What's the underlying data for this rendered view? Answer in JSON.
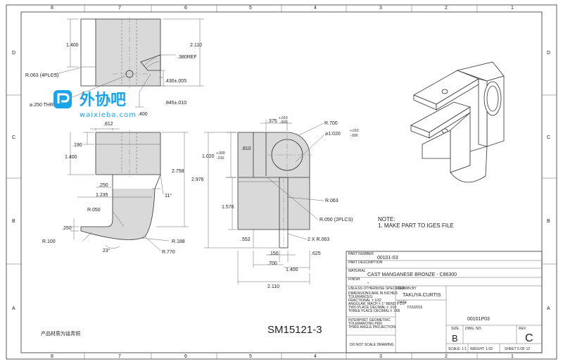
{
  "sheet": {
    "columns": [
      "8",
      "7",
      "6",
      "5",
      "4",
      "3",
      "2",
      "1"
    ],
    "rows": [
      "D",
      "C",
      "B",
      "A"
    ]
  },
  "watermark": {
    "text_cn": "外协吧",
    "text_url": "waixieba.com",
    "brand_color": "#1aa3e8"
  },
  "top_view": {
    "dims": {
      "d1": "1.400",
      "d2": "2.110",
      "d3": ".380REF",
      "d4": "R.063 (4PLCS)",
      "d5": ".430±.005",
      "d6": ".845±.010",
      "d7": "⌀.250 THRU ALL",
      "d8": ".400"
    }
  },
  "front_view": {
    "dims": {
      "d1": ".812",
      "d2": ".190",
      "d3": "1.400",
      "d4": "2.758",
      ".250": ".250",
      "d6": "1.235",
      "d7": "11°",
      "d8": "R.050",
      "d9": ".250",
      "d10": "R.100",
      "d11": "23°",
      "d12": "R.188",
      "d13": "R.770"
    }
  },
  "side_view": {
    "dims": {
      "d1": ".375",
      "d1_tol_up": "+.010",
      "d1_tol_dn": ".000",
      "d2": "R.700",
      "d3": "⌀1.020",
      "d3_tol_up": "+.010",
      "d3_tol_dn": "-.000",
      "d4": "1.020",
      "d4_tol_up": "+.000",
      "d4_tol_dn": "-.010",
      "d5": ".810",
      "d6": "2.976",
      "d7": "R.063",
      "d8": "1.576",
      "d9": "R.050 (2PLCS)",
      "d10": ".552",
      "d11": "2 X R.063",
      "d12": ".150",
      "d13": ".625",
      "d14": ".700",
      "d15": "1.400",
      "d16": "2.110"
    }
  },
  "notes": {
    "title": "NOTE:",
    "item1": "1.    MAKE PART TO IGES FILE"
  },
  "title_block": {
    "part_number_label": "PART NUMBER",
    "part_number": "00101-03",
    "description_label": "PART DESCRIPTION",
    "material_label": "MATERIAL",
    "material": "CAST MANGANESE BRONZE - C86300",
    "finish_label": "FINISH",
    "finish": "-",
    "unless_label": "UNLESS OTHERWISE SPECIFIED:",
    "tol_1": "DIMENSIONS ARE IN INCHES",
    "tol_2": "TOLERANCES:",
    "tol_3": "FRACTIONAL ± 1/32",
    "tol_4": "ANGULAR: MACH ± 1°  BEND ± 1.5°",
    "tol_5": "TWO PLACE DECIMAL   ± .010",
    "tol_6": "THREE PLACE DECIMAL  ± .005",
    "geo_1": "INTERPRET GEOMETRIC",
    "geo_2": "TOLERANCING PER:",
    "geo_3": "THIRD ANGLE PROJECTION",
    "no_scale": "DO NOT SCALE DRAWING",
    "drawn_by_label": "DRAWN BY",
    "drawn_by": "TAKUYA CURTIS",
    "date_label": "DATE",
    "date": "7/15/2015",
    "drawing_no": "00101P03",
    "size_label": "SIZE",
    "size": "B",
    "dwg_no_label": "DWG.  NO.",
    "rev_label": "REV",
    "rev": "C",
    "scale": "SCALE: 1:1",
    "weight": "WEIGHT: 1.03",
    "sheet": "SHEET 5 OF 12"
  },
  "model_number": "SM15121-3",
  "footer_note_cn": "产品材质为锰青铜"
}
